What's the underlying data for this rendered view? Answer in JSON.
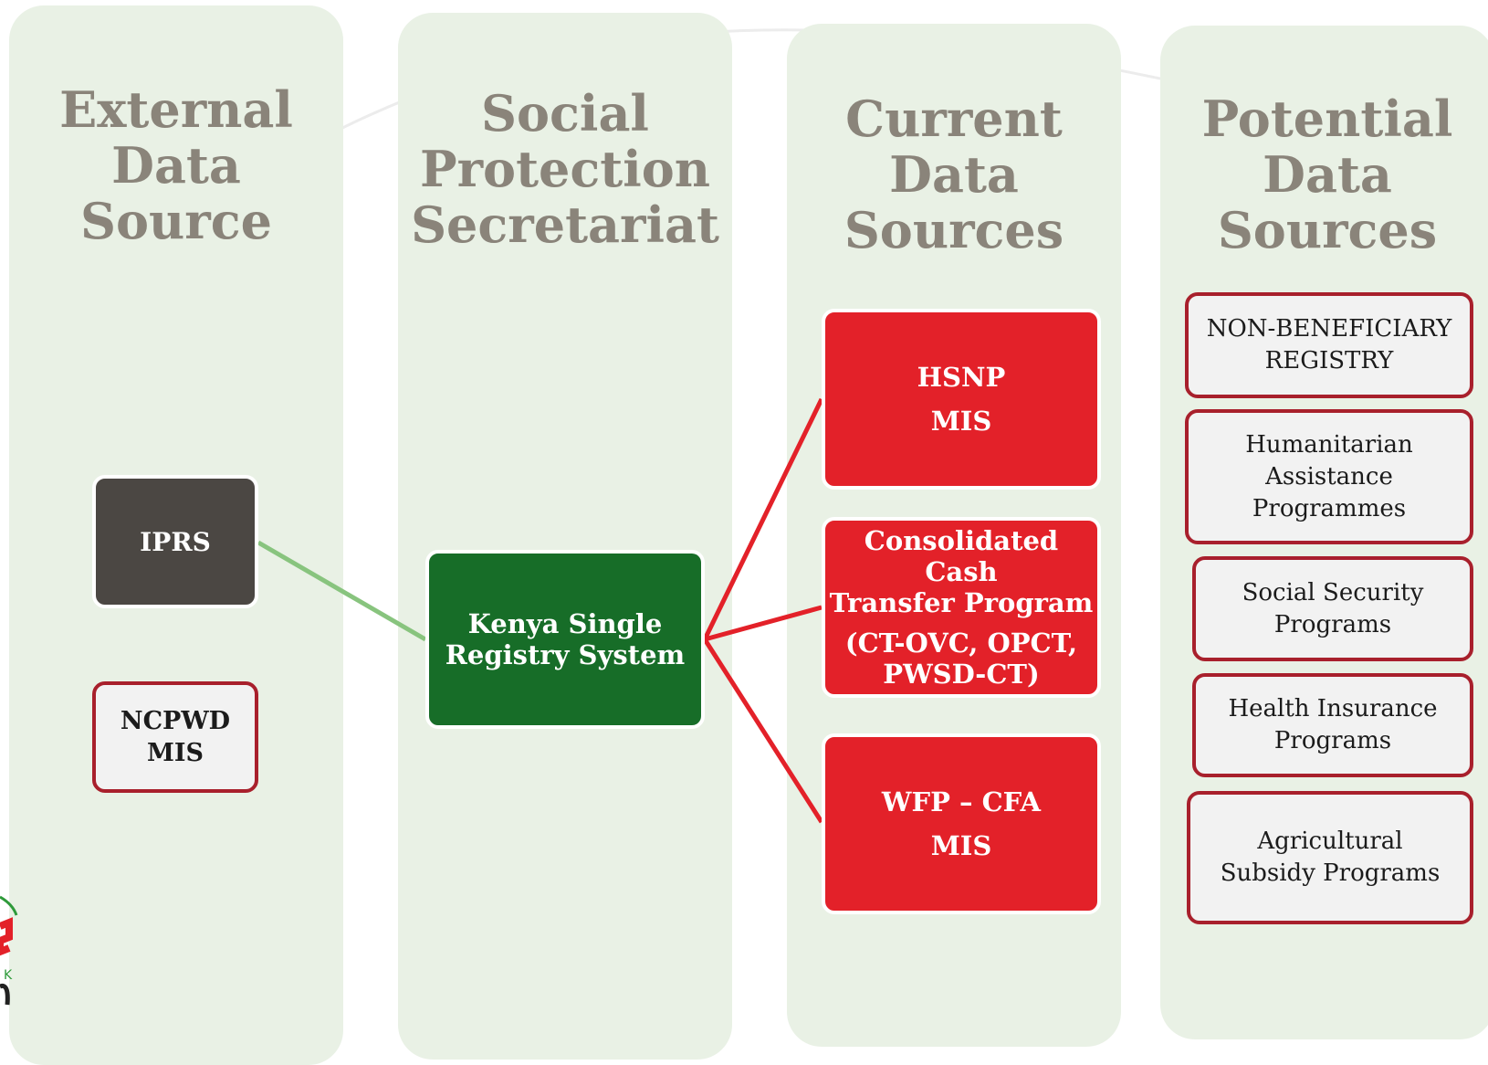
{
  "columns": [
    {
      "title": "External\nData\nSource"
    },
    {
      "title": "Social\nProtection\nSecretariat"
    },
    {
      "title": "Current\nData\nSources"
    },
    {
      "title": "Potential\nData\nSources"
    }
  ],
  "external": {
    "iprs": "IPRS",
    "ncpwd": "NCPWD\nMIS"
  },
  "secretariat": {
    "ksrs": "Kenya Single\nRegistry System"
  },
  "current": {
    "hsnp": "HSNP\nMIS",
    "cct_title": "Consolidated Cash\nTransfer Program",
    "cct_sub": "(CT-OVC, OPCT,\nPWSD-CT)",
    "wfp": "WFP – CFA\nMIS"
  },
  "potential": [
    "NON-BENEFICIARY\nREGISTRY",
    "Humanitarian\nAssistance\nProgrammes",
    "Social Security\nPrograms",
    "Health Insurance\nPrograms",
    "Agricultural\nSubsidy Programs"
  ],
  "colors": {
    "column_bg": "#e9f1e5",
    "title_text": "#8a847a",
    "iprs_box": "#4b4743",
    "ksrs_box": "#176d28",
    "current_box": "#e32129",
    "outline_border": "#a8202c",
    "green_connector": "#88c47e",
    "red_connector": "#e32129"
  }
}
